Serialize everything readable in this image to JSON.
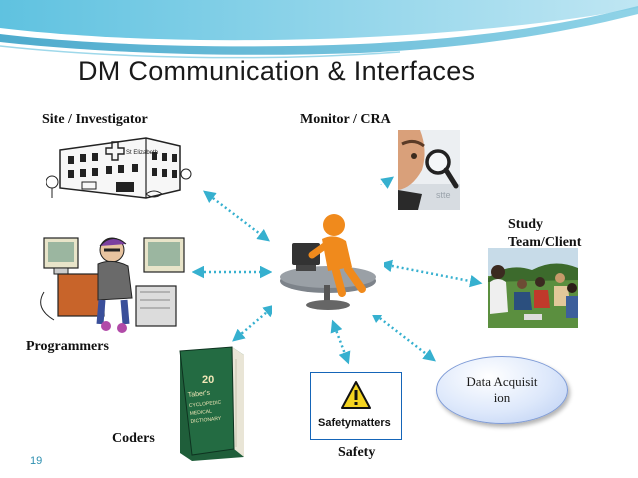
{
  "slide": {
    "title": "DM Communication & Interfaces",
    "page_number": "19"
  },
  "nodes": {
    "site": {
      "label": "Site / Investigator",
      "sign_text": "St Elizabeth"
    },
    "monitor": {
      "label": "Monitor / CRA"
    },
    "study_team": {
      "label": "Study Team/Client"
    },
    "programmers": {
      "label": "Programmers"
    },
    "coders": {
      "label": "Coders",
      "book_number": "20",
      "book_title": "Taber's CYCLOPEDIC MEDICAL DICTIONARY"
    },
    "safety": {
      "label": "Safety",
      "logo_text": "Safetymatters"
    },
    "data_acquisition": {
      "label": "Data Acquisition"
    }
  },
  "colors": {
    "arrow": "#36b0cf",
    "page_number": "#2d8fb0",
    "swoosh": "#4fb8d8",
    "figure_orange": "#f08a1c"
  }
}
